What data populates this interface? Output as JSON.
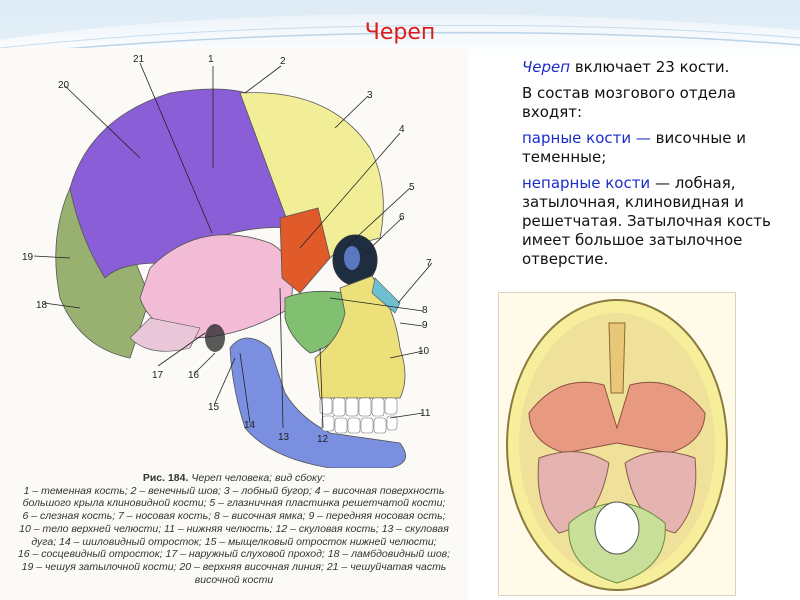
{
  "slide": {
    "title": "Череп"
  },
  "figure": {
    "numbers": [
      "1",
      "2",
      "3",
      "4",
      "5",
      "6",
      "7",
      "8",
      "9",
      "10",
      "11",
      "12",
      "13",
      "14",
      "15",
      "16",
      "17",
      "18",
      "19",
      "20",
      "21"
    ],
    "caption_title": "Рис. 184.",
    "caption_title_rest": "Череп человека; вид сбоку:",
    "caption_lines": [
      "1 – теменная кость; 2 – венечный шов; 3 – лобный бугор; 4 – височная поверхность",
      "большого крыла клиновидной кости; 5 – глазничная пластинка решетчатой кости;",
      "6 – слезная кость; 7 – носовая кость; 8 – височная ямка; 9 – передняя носовая ость;",
      "10 – тело верхней челюсти; 11 – нижняя челюсть; 12 – скуловая кость; 13 – скуловая",
      "дуга; 14 – шиловидный отросток; 15 – мыщелковый отросток нижней челюсти;",
      "16 – сосцевидный отросток; 17 – наружный слуховой проход; 18 – ламбдовидный шов;",
      "19 – чешуя затылочной кости; 20 – верхняя височная линия; 21 – чешуйчатая часть",
      "височной кости"
    ]
  },
  "text": {
    "p1_term": "Череп",
    "p1_rest": " включает 23 кости.",
    "p2": "В состав мозгового отдела входят:",
    "p3_term": "парные кости —",
    "p3_rest": " височные и теменные;",
    "p4_term": "непарные кости",
    "p4_rest": " — лобная, затылочная, клиновидная и решетчатая. Затылочная кость имеет большое затылочное отверстие."
  },
  "colors": {
    "title": "#e01a1a",
    "term": "#1a2cc8",
    "parietal": "#8a5ed6",
    "frontal": "#f2ee98",
    "temporal": "#f2bcd6",
    "occipital": "#98b070",
    "sphenoid": "#e05a2a",
    "zygomatic": "#80c070",
    "mandible": "#7b8fe0",
    "maxilla": "#ece07a"
  }
}
